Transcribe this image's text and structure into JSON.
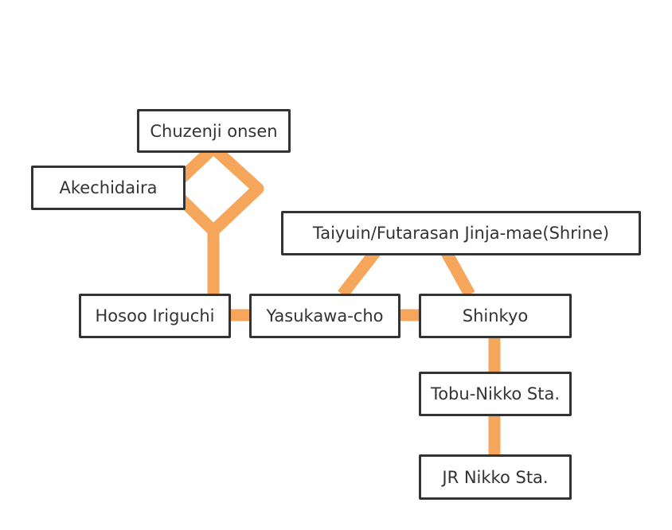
{
  "line_color": "#f5a65b",
  "stations": {
    "chuzenji": "Chuzenji onsen",
    "akechidaira": "Akechidaira",
    "taiyuin": "Taiyuin/Futarasan Jinja-mae(Shrine)",
    "hosoo": "Hosoo Iriguchi",
    "yasukawa": "Yasukawa-cho",
    "shinkyo": "Shinkyo",
    "tobu": "Tobu-Nikko Sta.",
    "jr": "JR Nikko Sta."
  }
}
